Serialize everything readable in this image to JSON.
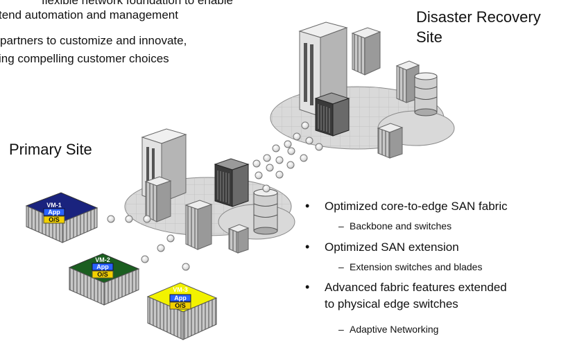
{
  "intro_lines": [
    "flexible network foundation to enable",
    "tend automation and management",
    "partners to customize and innovate,",
    "ing compelling customer choices"
  ],
  "sites": {
    "primary": "Primary Site",
    "dr_line1": "Disaster Recovery",
    "dr_line2": "Site"
  },
  "vms": [
    {
      "name": "VM-1",
      "app": "App",
      "os": "O/S",
      "color": "#1a237e"
    },
    {
      "name": "VM-2",
      "app": "App",
      "os": "O/S",
      "color": "#1b5e20"
    },
    {
      "name": "VM-3",
      "app": "App",
      "os": "O/S",
      "color": "#f2f200"
    }
  ],
  "features": [
    {
      "text": "Optimized core-to-edge SAN fabric",
      "sub": "Backbone and switches"
    },
    {
      "text": "Optimized SAN extension",
      "sub": "Extension switches and blades"
    },
    {
      "text": "Advanced fabric features extended",
      "text2": "to physical edge switches",
      "sub": "Adaptive Networking"
    }
  ],
  "colors": {
    "app_box": "#2962ff",
    "os_box": "#f2d000",
    "platform": "#d8d8d8",
    "cabinet_light": "#e6e6e6",
    "cabinet_dark": "#505050"
  },
  "icons": [
    "server-rack-icon",
    "director-switch-icon",
    "disk-storage-icon",
    "link-dot-icon",
    "vm-host-icon"
  ]
}
